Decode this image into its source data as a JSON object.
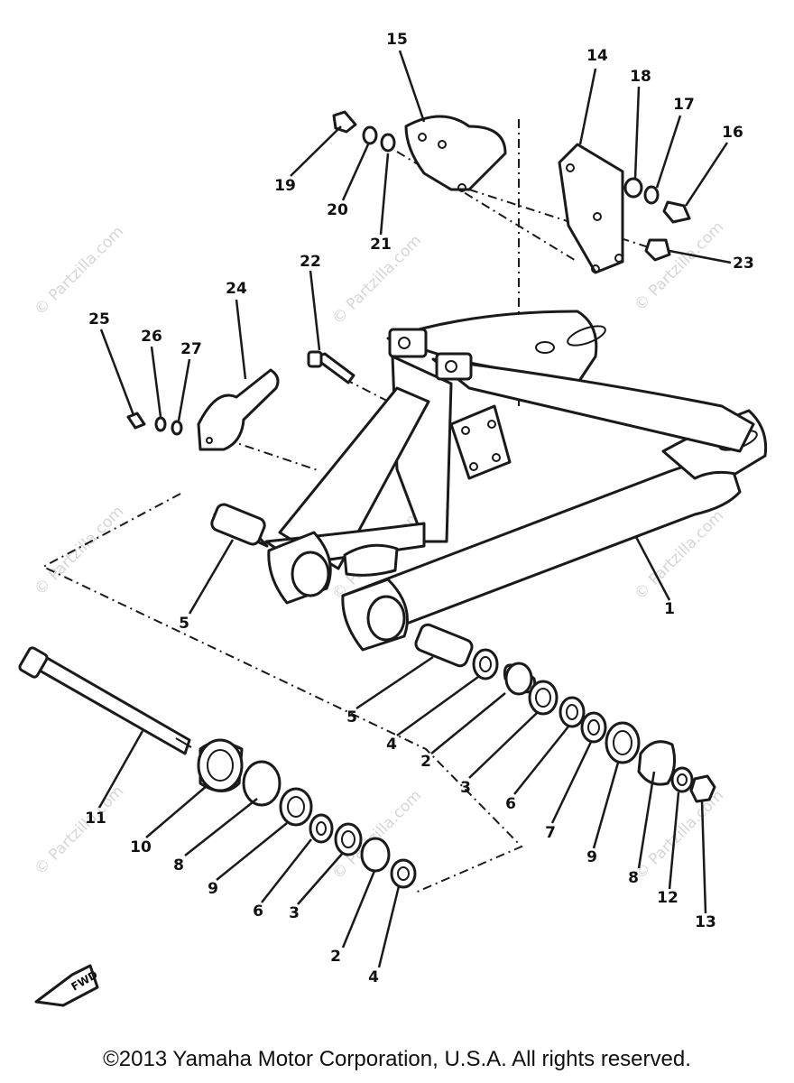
{
  "diagram": {
    "callouts": [
      "1",
      "2",
      "2",
      "3",
      "3",
      "4",
      "4",
      "5",
      "5",
      "6",
      "6",
      "7",
      "8",
      "8",
      "9",
      "9",
      "10",
      "11",
      "12",
      "13",
      "14",
      "15",
      "16",
      "17",
      "18",
      "19",
      "20",
      "21",
      "22",
      "23",
      "24",
      "25",
      "26",
      "27"
    ],
    "watermark": "© Partzilla.com",
    "arrow_badge": "FWD"
  },
  "footer": {
    "copyright": "©2013  Yamaha Motor Corporation, U.S.A. All rights reserved."
  }
}
